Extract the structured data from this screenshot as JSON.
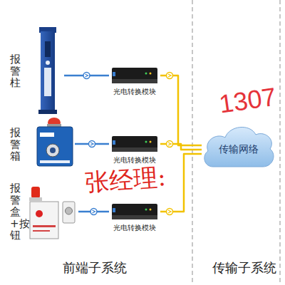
{
  "diagram": {
    "nodes": [
      {
        "text": [
          "报警柱"
        ]
      },
      {
        "text": [
          "光电转换模块"
        ]
      },
      {
        "text": [
          "报警箱"
        ]
      },
      {
        "text": [
          "光电转换模块"
        ]
      },
      {
        "text": [
          "报警盒+按钮"
        ]
      },
      {
        "text": [
          "光电转换模块"
        ]
      },
      {
        "text": [
          "传输网络"
        ]
      }
    ],
    "edges": [
      {
        "from": 0,
        "to": 1,
        "arrow": "none"
      },
      {
        "from": 2,
        "to": 3,
        "arrow": "none"
      },
      {
        "from": 4,
        "to": 5,
        "arrow": "none"
      },
      {
        "from": 1,
        "to": 6,
        "arrow": "none"
      },
      {
        "from": 3,
        "to": 6,
        "arrow": "none"
      },
      {
        "from": 5,
        "to": 6,
        "arrow": "none"
      }
    ],
    "labels": [
      "前端子系统",
      "传输子系统",
      "张经理:",
      "1307"
    ]
  }
}
